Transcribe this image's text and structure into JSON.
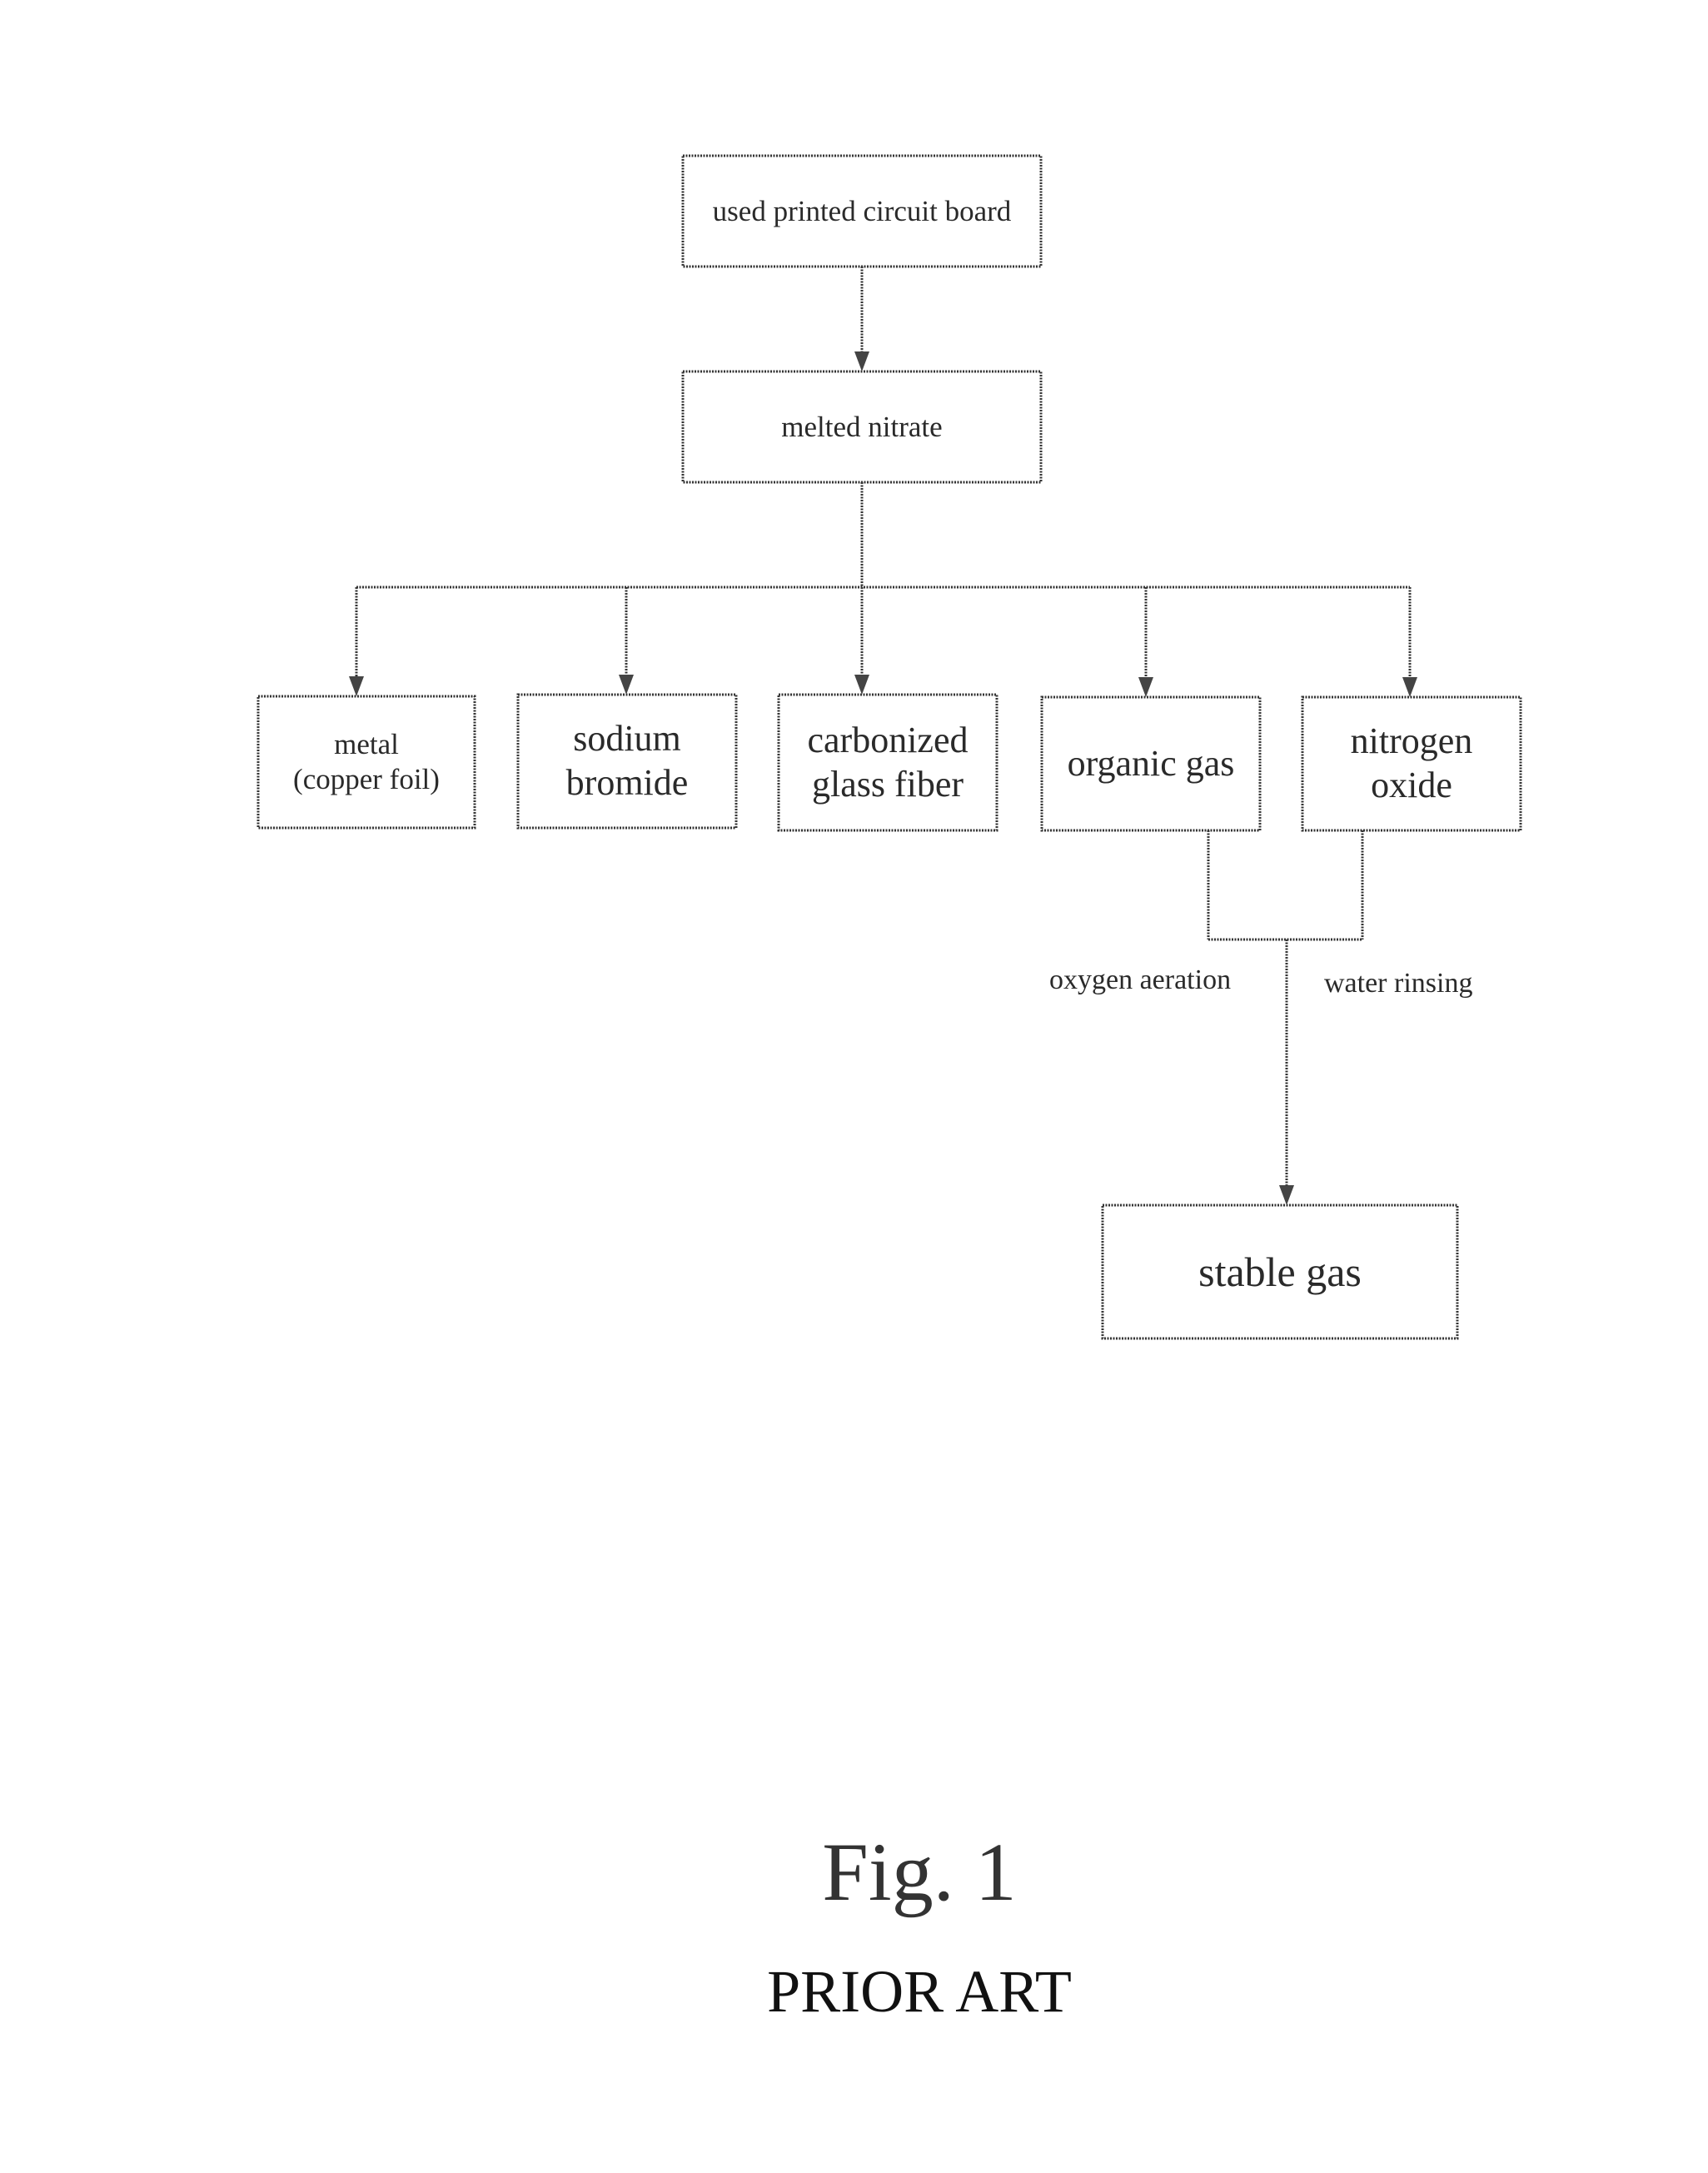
{
  "nodes": {
    "pcb": "used printed circuit board",
    "nitrate": "melted nitrate",
    "metal": "metal\n(copper foil)",
    "sodium": "sodium\nbromide",
    "carbon": "carbonized\nglass fiber",
    "organic": "organic gas",
    "nitrogen": "nitrogen\noxide",
    "stable": "stable gas"
  },
  "edges": {
    "oxygen": "oxygen aeration",
    "water": "water rinsing"
  },
  "figure": {
    "title": "Fig. 1",
    "subtitle": "PRIOR ART"
  }
}
